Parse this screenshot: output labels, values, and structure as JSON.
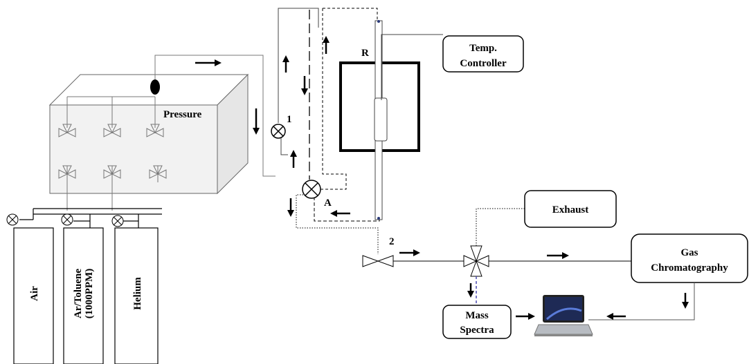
{
  "labels": {
    "pressure": "Pressure",
    "reactor": "R",
    "valve1": "1",
    "valve2": "2",
    "valveA": "A",
    "temp_line1": "Temp.",
    "temp_line2": "Controller",
    "exhaust": "Exhaust",
    "gc_line1": "Gas",
    "gc_line2": "Chromatography",
    "ms_line1": "Mass",
    "ms_line2": "Spectra"
  },
  "cylinders": [
    {
      "label_lines": [
        "Air"
      ]
    },
    {
      "label_lines": [
        "Ar/Toluene",
        "(1000PPM)"
      ]
    },
    {
      "label_lines": [
        "Helium"
      ]
    }
  ],
  "colors": {
    "line": "#000000",
    "thin_line": "#555555",
    "box_front": "#f2f2f2",
    "box_top": "#ffffff",
    "box_side": "#e6e6e6",
    "ms_link": "#4a4ab0",
    "screen": "#1e2a55"
  }
}
